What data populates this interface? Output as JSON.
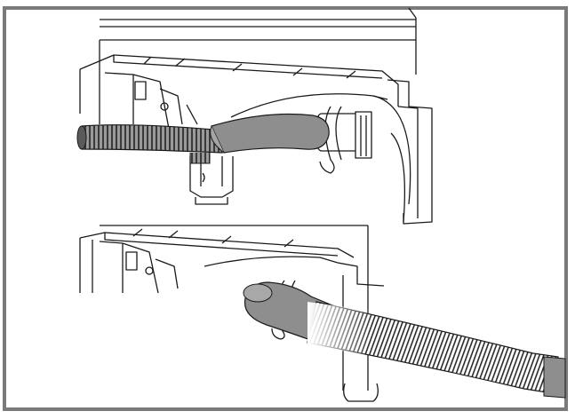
{
  "figure": {
    "frame_color": "#7a7a7a",
    "line_color": "#1a1a1a",
    "hose_color": "#8e8e8e",
    "hose_fill_light": "#c9c9c9",
    "background": "#ffffff"
  },
  "panels": [
    {
      "id": "top",
      "hose_direction": "left"
    },
    {
      "id": "bottom",
      "hose_direction": "right"
    }
  ]
}
